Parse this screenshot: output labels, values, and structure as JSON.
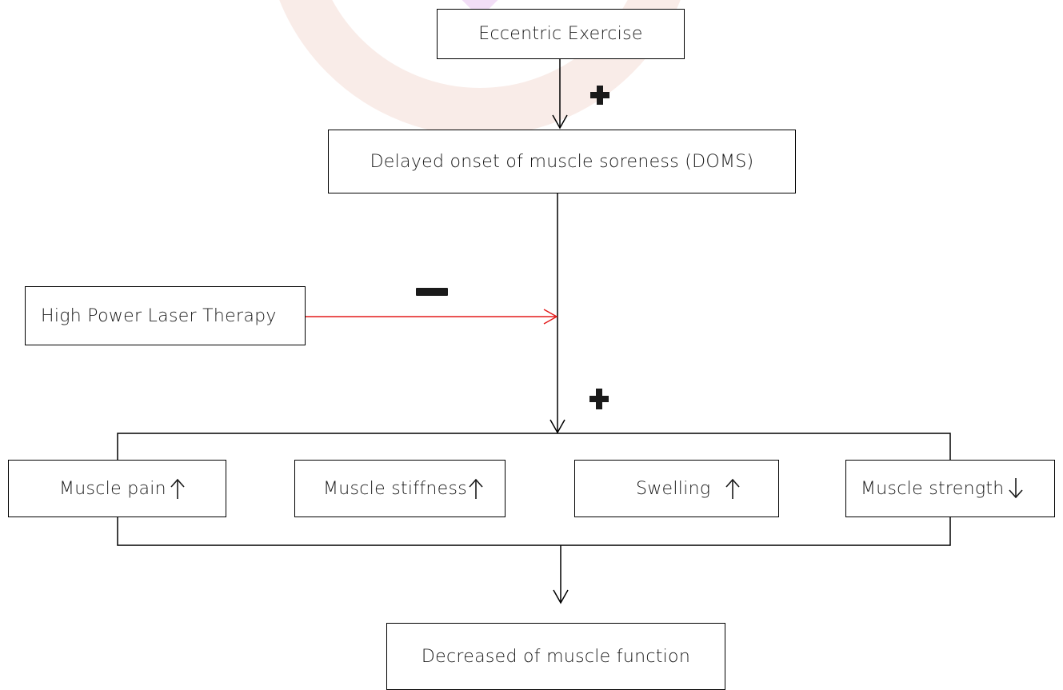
{
  "nodes": {
    "eccentric_exercise": "Eccentric Exercise",
    "doms": "Delayed onset of muscle soreness (DOMS)",
    "laser_therapy": "High Power Laser Therapy",
    "decreased_function": "Decreased of muscle function"
  },
  "effects": [
    {
      "label": "Muscle pain",
      "direction": "up"
    },
    {
      "label": "Muscle stiffness",
      "direction": "up"
    },
    {
      "label": "Swelling",
      "direction": "up"
    },
    {
      "label": "Muscle strength",
      "direction": "down"
    }
  ],
  "signs": {
    "exercise_to_doms": "plus",
    "laser_to_doms": "minus",
    "doms_to_effects": "plus"
  },
  "colors": {
    "line": "#000000",
    "inhibition": "#e31b1b",
    "sign": "#1a1a1a",
    "watermark": "#d9a0e6"
  }
}
